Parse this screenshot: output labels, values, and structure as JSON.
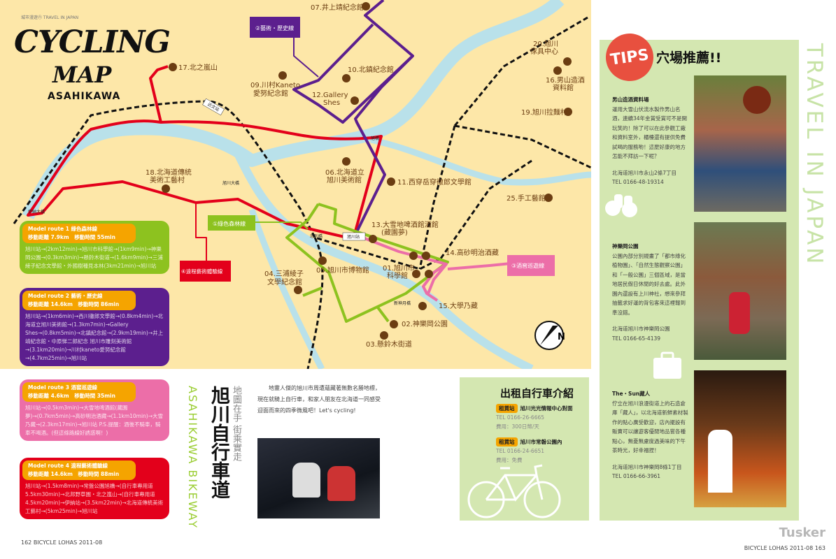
{
  "header": {
    "kicker": "城市漫遊㊅ TRAVEL IN JAPAN",
    "title_line1": "CYCLING",
    "title_line2": "MAP",
    "title_line3": "ASAHIKAWA"
  },
  "map": {
    "route_tags": [
      "①綠色森林線",
      "②藝術・歷史線",
      "③酒窖巡遊線",
      "④遠程藝術體驗線"
    ],
    "spots": [
      "07.井上靖紀念館",
      "09.川村Kaneto",
      "愛努紀念館",
      "10.北鎮紀念館",
      "12.Gallery",
      "Shes",
      "17.北之嵐山",
      "18.北海道傳統",
      "美術工藝村",
      "06.北海道立",
      "旭川美術館",
      "11.西穿岳穿徹郎文學館",
      "20.旭川",
      "傢具中心",
      "16.男山造酒",
      "資料館",
      "19.旭川拉麵村",
      "25.手工藝館",
      "13.大雪地啤酒館酒館",
      "(藏園夢)",
      "14.高砂明治酒藏",
      "01.旭川市",
      "科學館",
      "05.旭川市博物館",
      "04.三浦綾子",
      "文學紀念館",
      "15.大學乃藏",
      "02.神樂岡公園",
      "03.懸鈴木街道"
    ],
    "places": [
      "近文站",
      "旭橋",
      "旭川大橋",
      "伊納大橋",
      "忠別橋",
      "旭川站",
      "新神月橋"
    ],
    "compass": "N",
    "colors": {
      "land": "#fde7a8",
      "river": "#b9e1ea",
      "route1": "#8dc21f",
      "route2": "#5c1f8e",
      "route3": "#ec6ea8",
      "route4": "#e3001b",
      "spot": "#6b3d12"
    }
  },
  "routes": [
    {
      "head1": "Model route 1 綠色森林線",
      "head2": "移動距離 7.9km　移動時間 55min",
      "body": "旭川站→(2km12min)→旭川市科學館→(1km9min)→神樂岡公園→(0.3km3min)→懸鈴木街道→(1.6km9min)→三浦綾子紀念文學館・外國樹種見本林(3km21min)→旭川站",
      "color": "#8dc21f"
    },
    {
      "head1": "Model route 2 藝術・歷史線",
      "head2": "移動距離 14.6km　移動時間 86min",
      "body": "旭川站→(1km6min)→西川徹郎文學館→(0.8km4min)→北海道立旭川美術館→(1.3km7min)→Gallery Shes→(0.8km5min)→北鎮紀念館→(2.9km19min)→井上靖紀念館・中原悌二郎紀念 旭川市雕刻美術館→(3.1km20min)→川村kaneto愛努紀念館→(4.7km25min)→旭川站",
      "color": "#5c1f8e"
    },
    {
      "head1": "Model route 3 酒窖巡遊線",
      "head2": "移動距離 4.6km　移動時間 35min",
      "body": "旭川站→(0.5km3min)→大雪地啤酒館(藏園夢)→(0.7km5min)→高砂明治酒藏→(1.1km10min)→大雪乃藏→(2.3km17min)→旭川站 P.S.提醒：酒後不騎車，騎車不喝酒。(但這條路線好誘惑啊！)",
      "color": "#ec6ea8"
    },
    {
      "head1": "Model route 4 遠程藝術體驗線",
      "head2": "移動距離 14.6km　移動時間 88min",
      "body": "旭川站→(1.5km8min)→常盤公園旭橋→(自行車專用道5.5km30min)→北邦野草園・北之嵐山→(自行車專用道4.5km20min)→伊納站→(3.5km22min)→北海道傳統美術工藝村→(5km25min)→旭川站",
      "color": "#e3001b"
    }
  ],
  "feature": {
    "title": "旭川自行車道",
    "subtitle": "地圖在手 街乘實走",
    "english": "ASAHIKAWA BIKEWAY",
    "intro": "地靈人傑的旭川市周遭蘊藏著無數名勝地標，現在就騎上自行車，和家人朋友在北海道一同感受迎面而來的四季微風吧！Let's cycling!"
  },
  "tips": {
    "badge": "TIPS",
    "title": "穴場推薦!!",
    "side": "TRAVEL IN JAPAN",
    "items": [
      {
        "name": "男山造酒資料場",
        "body": "運用大雪山伏流水製作男山名酒，連續34年金賞受賞可不是開玩笑的！除了可以在此參觀工廠和資料室外，櫃檯還有提供免費試喝的服務喲！這麼好康的地方怎能不拜訪一下呢？",
        "address": "北海道旭川市永山2條7丁目",
        "tel": "TEL 0166-48-19314"
      },
      {
        "name": "神樂岡公園",
        "body": "公園內部分別規畫了「都市綠化植物園」、「自然生態觀察公園」和「一般公園」三個區域，是當地居民假日休閒的好去處。此外園內還設有上川神社，想來參拜抽籤求好運的背包客來這裡報到準沒錯。",
        "address": "北海道旭川市神樂岡公園",
        "tel": "TEL 0166-65-4139"
      },
      {
        "name": "The・Sun藏人",
        "body": "佇立在旭川浪漫街道上的石造倉庫「藏人」，以北海道新鮮素材製作的點心廣受歡迎，店內擺設有販賣可以讓遊客優閒地品嘗各種點心，無憂無慮度過美味的下午茶時光，好幸福捏！",
        "address": "北海道旭川市神樂岡8條1丁目",
        "tel": "TEL 0166-66-3961"
      }
    ]
  },
  "rental": {
    "title": "出租自行車介紹",
    "badge": "租賃站",
    "stations": [
      {
        "name": "旭川光光情報中心對面",
        "tel": "TEL 0166-26-6665",
        "fee": "費用：300日幣/天"
      },
      {
        "name": "旭川市常磐公園內",
        "tel": "TEL 0166-24-6651",
        "fee": "費用：免費"
      }
    ]
  },
  "footer": {
    "left": "162 BICYCLE LOHAS 2011-08",
    "right": "BICYCLE LOHAS 2011-08 163",
    "watermark": "Tusker"
  }
}
